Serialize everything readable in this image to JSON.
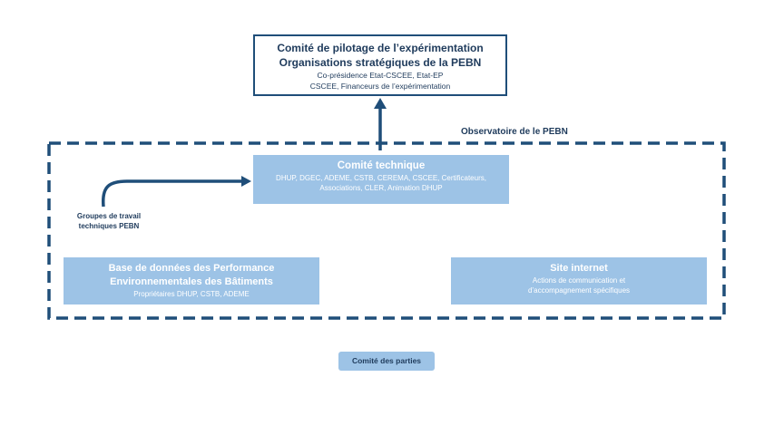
{
  "steering": {
    "title1": "Comité de pilotage de l’expérimentation",
    "title2": "Organisations stratégiques de la PEBN",
    "sub1": "Co-présidence Etat-CSCEE, Etat-EP",
    "sub2": "CSCEE, Financeurs de l’expérimentation"
  },
  "observatoire": {
    "label": "Observatoire de le PEBN"
  },
  "technical": {
    "title": "Comité technique",
    "line1": "DHUP, DGEC, ADEME, CSTB, CEREMA, CSCEE, Certificateurs,",
    "line2": "Associations, CLER, Animation DHUP"
  },
  "working_groups": {
    "line1": "Groupes de travail",
    "line2": "techniques PEBN"
  },
  "database": {
    "title1": "Base de données des Performance",
    "title2": "Environnementales des Bâtiments",
    "line": "Propriétaires DHUP, CSTB, ADEME"
  },
  "website": {
    "title": "Site internet",
    "line1": "Actions de communication et",
    "line2": "d’accompagnement spécifiques"
  },
  "parties": {
    "label": "Comité des parties"
  },
  "colors": {
    "dark_blue": "#1f4e79",
    "light_blue": "#9dc3e6",
    "text_navy": "#1f3b5c"
  }
}
